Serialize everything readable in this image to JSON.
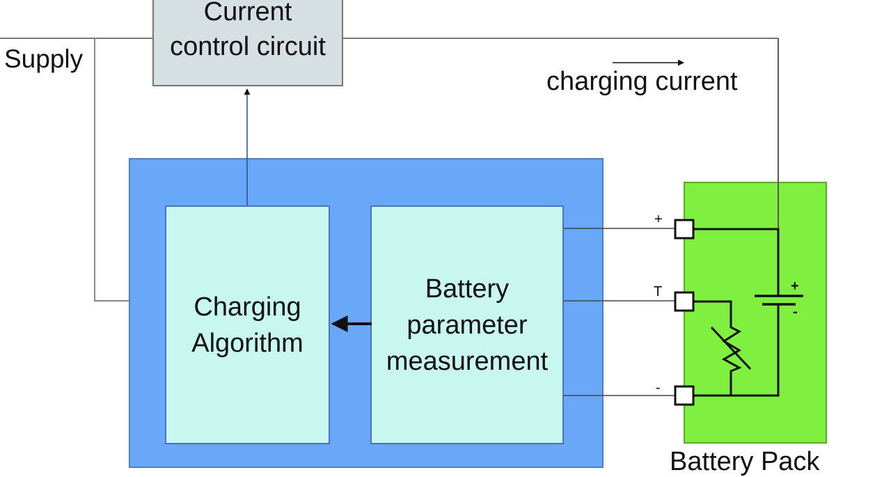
{
  "diagram": {
    "supply_label": "Supply",
    "current_control": {
      "line1": "Current",
      "line2": "control circuit"
    },
    "charging_current_label": "charging current",
    "charging_algorithm": {
      "line1": "Charging",
      "line2": "Algorithm"
    },
    "battery_measurement": {
      "line1": "Battery",
      "line2": "parameter",
      "line3": "measurement"
    },
    "battery_pack_label": "Battery Pack",
    "terminals": {
      "plus": "+",
      "temp": "T",
      "minus": "-"
    },
    "cell_polarity": {
      "plus": "+",
      "minus": "-"
    },
    "colors": {
      "controller": "#69a7f8",
      "inner_block": "#c8f7f0",
      "current_control": "#d6dfe2",
      "battery_pack": "#80f040"
    }
  }
}
